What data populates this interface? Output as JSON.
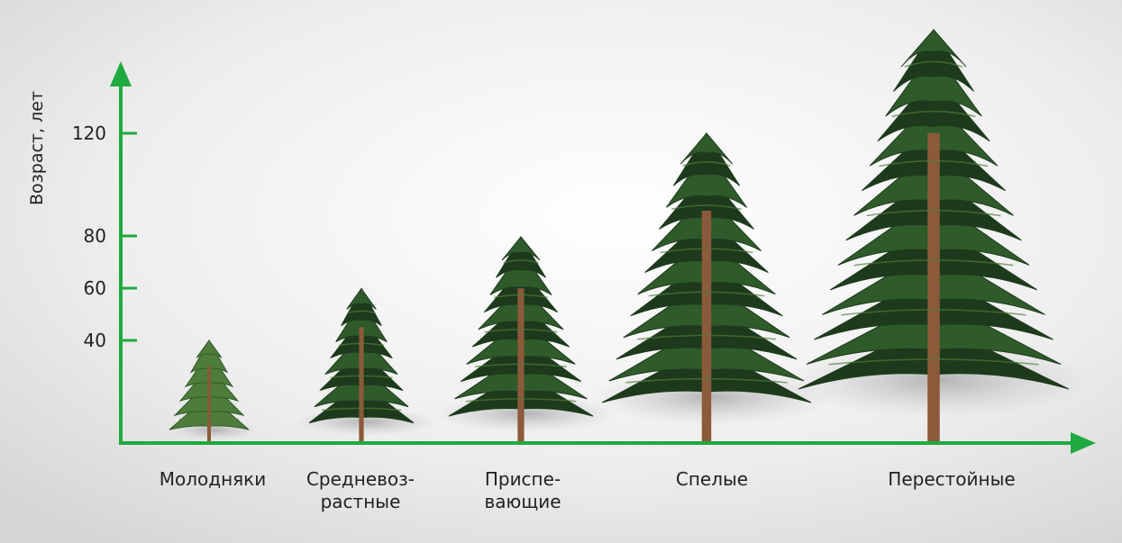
{
  "axis": {
    "y_title": "Возраст, лет",
    "y_ticks": [
      "120",
      "80",
      "60",
      "40"
    ]
  },
  "categories": [
    {
      "label": "Молодняки",
      "max_age": 40
    },
    {
      "label": "Средневоз-\nрастные",
      "max_age": 60
    },
    {
      "label": "Приспе-\nвающие",
      "max_age": 80
    },
    {
      "label": "Спелые",
      "max_age": 120
    },
    {
      "label": "Перестойные",
      "max_age": 160
    }
  ],
  "colors": {
    "axis": "#1faa3f",
    "needle_dark": "#1e3a1d",
    "needle_mid": "#2f5a2a",
    "needle_light": "#4e7c3a",
    "trunk": "#8a5a3a"
  }
}
